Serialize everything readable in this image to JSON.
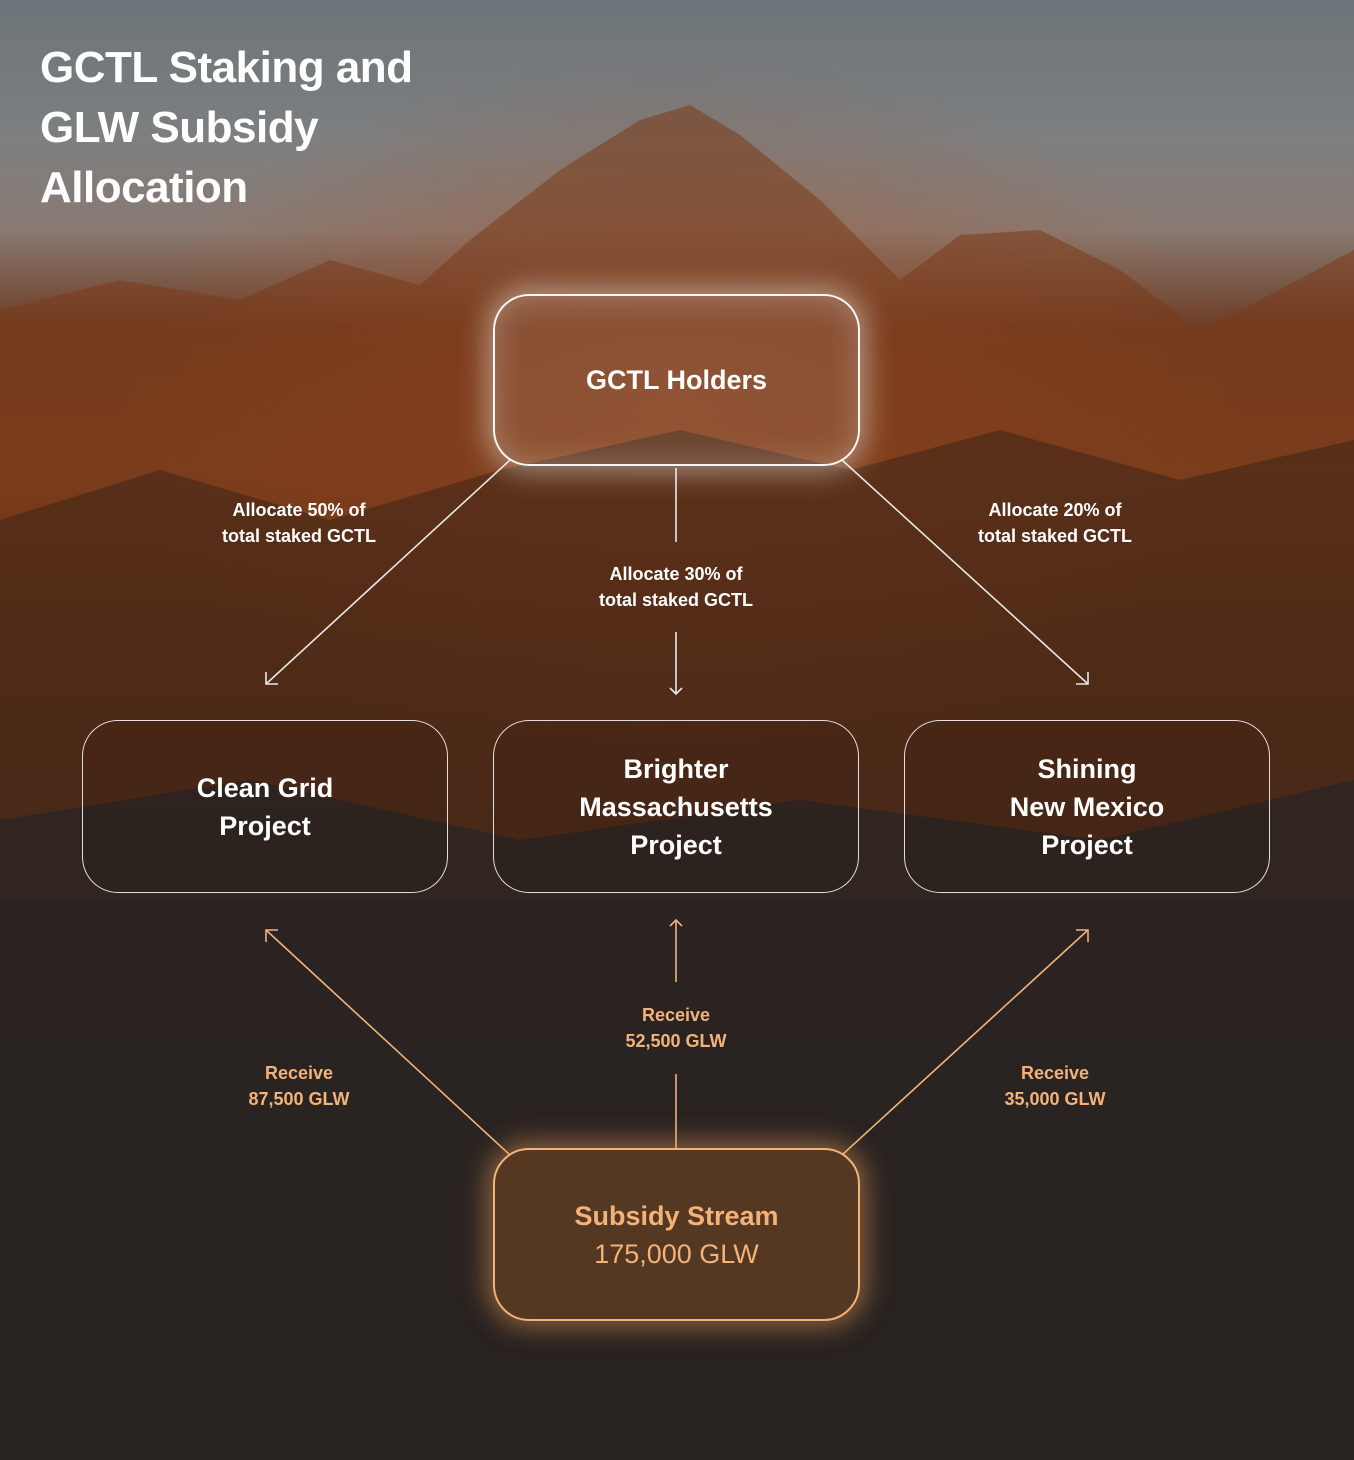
{
  "title": "GCTL Staking and GLW Subsidy Allocation",
  "nodes": {
    "holders": "GCTL Holders",
    "clean_grid": [
      "Clean Grid",
      "Project"
    ],
    "massachusetts": [
      "Brighter",
      "Massachusetts",
      "Project"
    ],
    "new_mexico": [
      "Shining",
      "New Mexico",
      "Project"
    ],
    "stream": {
      "title": "Subsidy Stream",
      "amount": "175,000 GLW"
    }
  },
  "edges": {
    "allocate_left": [
      "Allocate 50% of",
      "total staked GCTL"
    ],
    "allocate_center": [
      "Allocate 30% of",
      "total staked GCTL"
    ],
    "allocate_right": [
      "Allocate 20% of",
      "total staked GCTL"
    ],
    "receive_left": [
      "Receive",
      "87,500 GLW"
    ],
    "receive_center": [
      "Receive",
      "52,500 GLW"
    ],
    "receive_right": [
      "Receive",
      "35,000 GLW"
    ]
  },
  "colors": {
    "accent": "#f2b27a",
    "text": "#ffffff",
    "line_white": "#e8e8e8"
  }
}
